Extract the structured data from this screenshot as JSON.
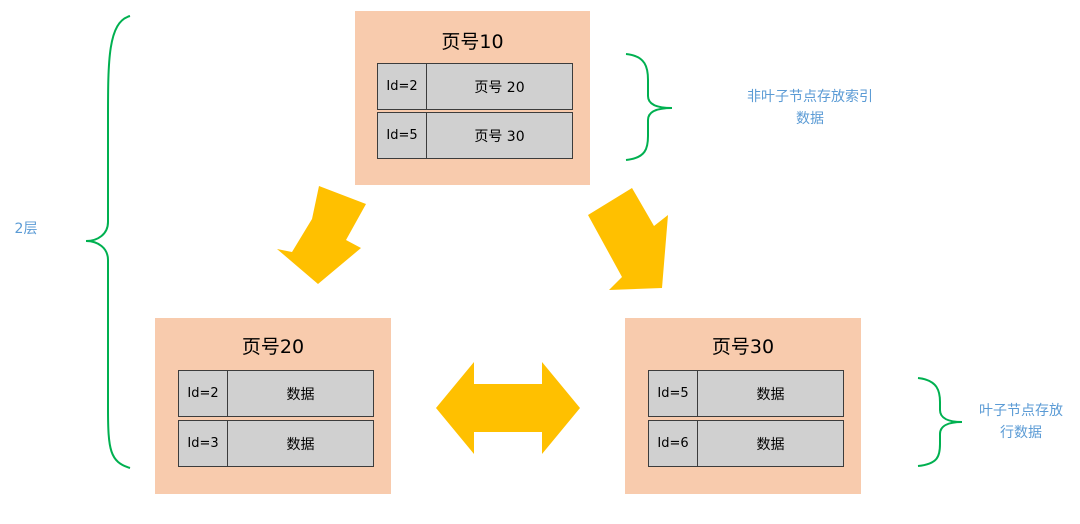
{
  "root_page": {
    "title": "页号10",
    "rows": [
      {
        "id": "Id=2",
        "value": "页号 20"
      },
      {
        "id": "Id=5",
        "value": "页号 30"
      }
    ]
  },
  "left_page": {
    "title": "页号20",
    "rows": [
      {
        "id": "Id=2",
        "value": "数据"
      },
      {
        "id": "Id=3",
        "value": "数据"
      }
    ]
  },
  "right_page": {
    "title": "页号30",
    "rows": [
      {
        "id": "Id=5",
        "value": "数据"
      },
      {
        "id": "Id=6",
        "value": "数据"
      }
    ]
  },
  "annotations": {
    "levels": "2层",
    "non_leaf_line1": "非叶子节点存放索引",
    "non_leaf_line2": "数据",
    "leaf_line1": "叶子节点存放",
    "leaf_line2": "行数据"
  },
  "colors": {
    "page_fill": "#f8cbad",
    "row_fill": "#d0d0d0",
    "arrow": "#ffc000",
    "brace": "#00b050",
    "note_text": "#5b9bd5"
  }
}
